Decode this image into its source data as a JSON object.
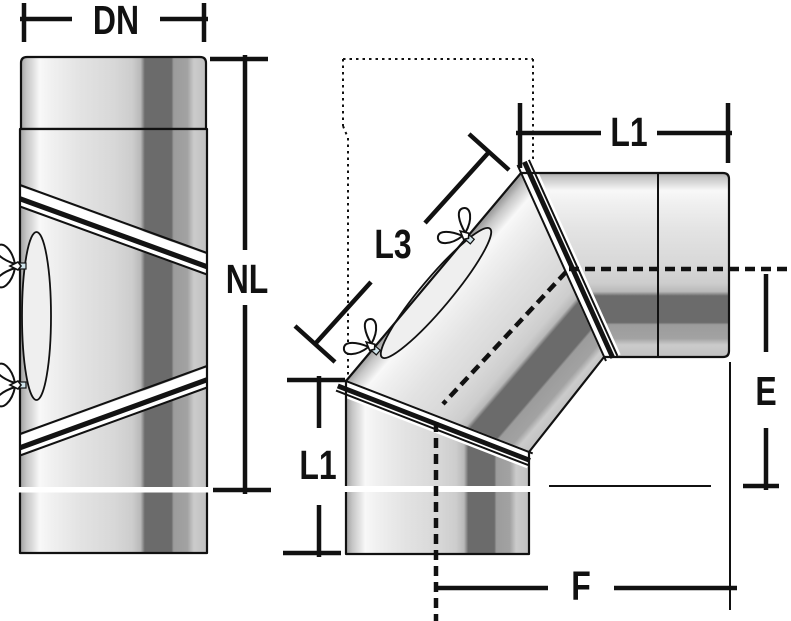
{
  "drawing": {
    "kind": "flue-pipe-adjustable-elbow-dimension-drawing",
    "views": 2
  },
  "labels": {
    "diameter": "DN",
    "nominal_length": "NL",
    "l1_top": "L1",
    "l3_diagonal": "L3",
    "l1_side": "L1",
    "e_vertical": "E",
    "f_horizontal": "F"
  },
  "colors": {
    "background": "#ffffff",
    "line": "#111111",
    "metal_highlight": "#f8f8f8",
    "metal_mid": "#d8d8d8",
    "metal_dark_band": "#6b6b6b",
    "joint_white": "#ffffff",
    "wingnut_stem": "#cfe3ea"
  }
}
